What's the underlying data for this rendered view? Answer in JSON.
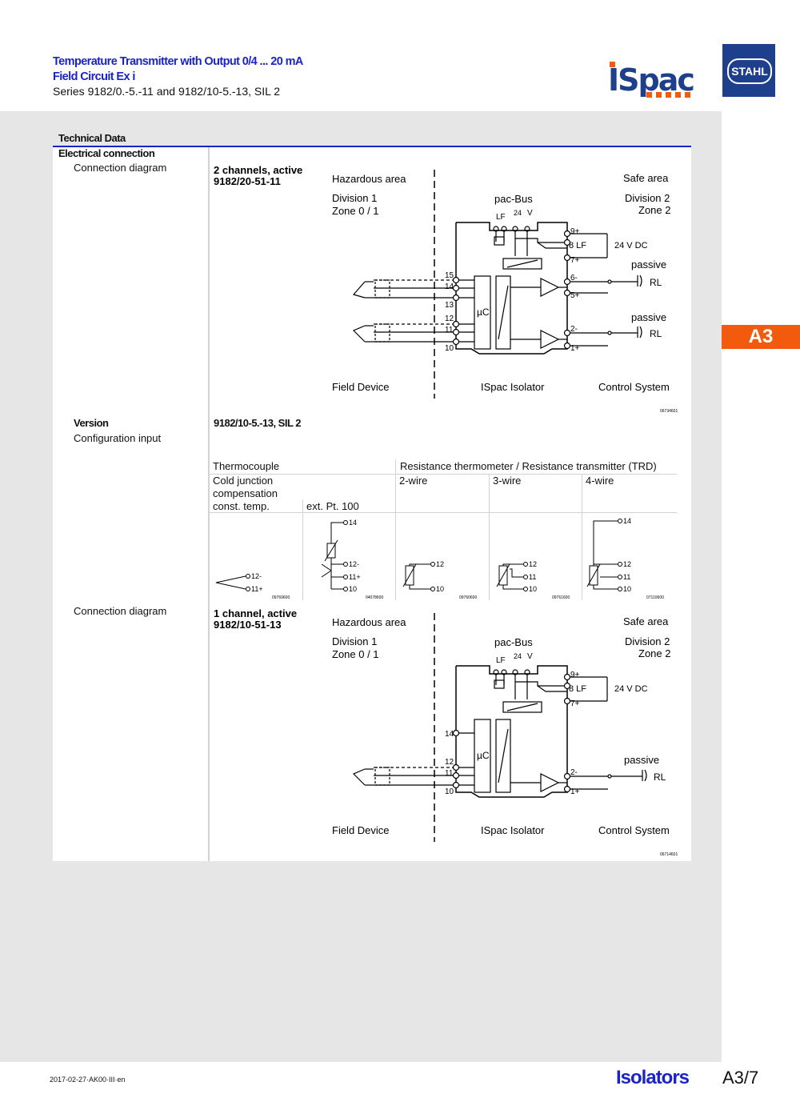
{
  "header": {
    "title_line1": "Temperature Transmitter with Output 0/4 ... 20 mA",
    "title_line2": "Field Circuit Ex i",
    "series": "Series 9182/0.-5.-11 and 9182/10-5.-13, SIL 2",
    "logo_text": "ISpac",
    "brand": "STAHL"
  },
  "section": {
    "technical_data": "Technical Data",
    "electrical_connection": "Electrical connection",
    "connection_diagram_label": "Connection diagram",
    "version_label": "Version",
    "configuration_input_label": "Configuration input",
    "connection_diagram_label_2": "Connection diagram"
  },
  "diagram1": {
    "heading_line1": "2 channels, active",
    "heading_line2": "9182/20-51-11",
    "hazardous_area": "Hazardous area",
    "safe_area": "Safe area",
    "division_left": "Division 1",
    "zone_left": "Zone 0 / 1",
    "division_right": "Division 2",
    "zone_right": "Zone 2",
    "pac_bus": "pac-Bus",
    "lf": "LF",
    "v24": "24",
    "v": "V",
    "vdc": "24 V DC",
    "lf8": "8 LF",
    "passive_1": "passive",
    "passive_2": "passive",
    "rl": "RL",
    "mu_c": "µC",
    "field_device": "Field Device",
    "isolator": "ISpac Isolator",
    "control_system": "Control System",
    "drawing_no": "06734601",
    "terminals_left": [
      "15",
      "14",
      "13",
      "12",
      "11",
      "10"
    ],
    "terminals_right": [
      "9+",
      "7+",
      "6-",
      "5+",
      "2-",
      "1+"
    ]
  },
  "version": {
    "value": "9182/10-5.-13, SIL 2"
  },
  "config_table": {
    "thermocouple": "Thermocouple",
    "rtd": "Resistance thermometer / Resistance transmitter (TRD)",
    "cjc_line1": "Cold junction",
    "cjc_line2": "compensation",
    "cjc_line3": "const. temp.",
    "ext_pt100": "ext. Pt. 100",
    "wire2": "2-wire",
    "wire3": "3-wire",
    "wire4": "4-wire",
    "cells": [
      {
        "terminals": [
          "12-",
          "11+"
        ],
        "code": "09769600"
      },
      {
        "terminals": [
          "14",
          "12-",
          "11+",
          "10"
        ],
        "code": "04078600"
      },
      {
        "terminals": [
          "12",
          "10"
        ],
        "code": "09760600"
      },
      {
        "terminals": [
          "12",
          "11",
          "10"
        ],
        "code": "09761600"
      },
      {
        "terminals": [
          "14",
          "12",
          "11",
          "10"
        ],
        "code": "07110600"
      }
    ]
  },
  "diagram2": {
    "heading_line1": "1 channel, active",
    "heading_line2": "9182/10-51-13",
    "hazardous_area": "Hazardous area",
    "safe_area": "Safe area",
    "division_left": "Division 1",
    "zone_left": "Zone 0 / 1",
    "division_right": "Division 2",
    "zone_right": "Zone 2",
    "pac_bus": "pac-Bus",
    "lf": "LF",
    "v24": "24",
    "v": "V",
    "vdc": "24 V DC",
    "lf8": "8 LF",
    "passive": "passive",
    "rl": "RL",
    "mu_c": "µC",
    "field_device": "Field Device",
    "isolator": "ISpac Isolator",
    "control_system": "Control System",
    "drawing_no": "06714601",
    "terminals_left": [
      "14",
      "12",
      "11",
      "10"
    ],
    "terminals_right": [
      "9+",
      "7+",
      "2-",
      "1+"
    ]
  },
  "side_tab": "A3",
  "footer": {
    "date": "2017-02-27·AK00·III·en",
    "section": "Isolators",
    "page": "A3/7"
  }
}
